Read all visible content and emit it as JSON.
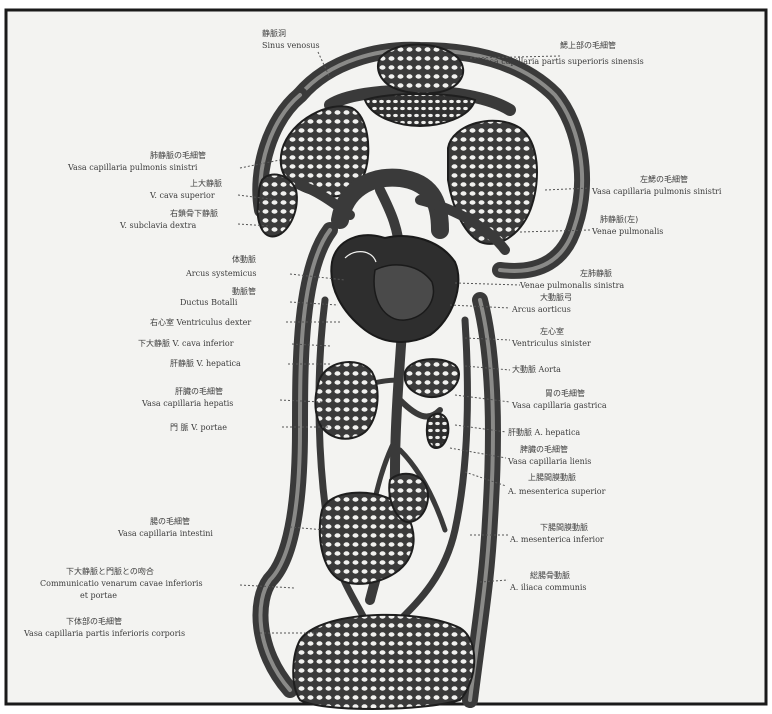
{
  "labels": [
    {
      "id": "sinus-jp",
      "text": "静脈洞"
    },
    {
      "id": "sinus-lat",
      "text": "Sinus venosus"
    },
    {
      "id": "gill-top-jp",
      "text": "鰓上部の毛細管"
    },
    {
      "id": "gill-top-lat",
      "text": "Vasa capillaria partis superioris sinensis"
    },
    {
      "id": "lung-jp",
      "text": "肺静脈の毛細管"
    },
    {
      "id": "lung-lat",
      "text": "Vasa capillaria pulmonis sinistri"
    },
    {
      "id": "vcs-jp",
      "text": "上大静脈"
    },
    {
      "id": "vcs-lat",
      "text": "V. cava superior"
    },
    {
      "id": "vsub-jp",
      "text": "右鎖骨下静脈"
    },
    {
      "id": "vsub-lat",
      "text": "V. subclavia dextra"
    },
    {
      "id": "lgill-jp",
      "text": "左鰓の毛細管"
    },
    {
      "id": "lgill-lat",
      "text": "Vasa capillaria pulmonis sinistri"
    },
    {
      "id": "vpulm-jp",
      "text": "肺静脈(左)"
    },
    {
      "id": "vpulm-lat",
      "text": "Venae pulmonalis"
    },
    {
      "id": "asys-jp",
      "text": "体動脈"
    },
    {
      "id": "asys-lat",
      "text": "Arcus systemicus"
    },
    {
      "id": "ductus-jp",
      "text": "動脈管"
    },
    {
      "id": "ductus-lat",
      "text": "Ductus Botalli"
    },
    {
      "id": "vdex-lat",
      "text": "右心室 Ventriculus dexter"
    },
    {
      "id": "vpulmsin-jp",
      "text": "左肺静脈"
    },
    {
      "id": "vpulmsin-lat",
      "text": "Venae pulmonalis sinistra"
    },
    {
      "id": "acaud-jp",
      "text": "大動脈弓"
    },
    {
      "id": "acaud-lat",
      "text": "Arcus aorticus"
    },
    {
      "id": "vci-lat",
      "text": "下大静脈 V. cava inferior"
    },
    {
      "id": "vsin-jp",
      "text": "左心室"
    },
    {
      "id": "vsin-lat",
      "text": "Ventriculus sinister"
    },
    {
      "id": "vhep-lat",
      "text": "肝静脈 V. hepatica"
    },
    {
      "id": "aorta-lat",
      "text": "大動脈 Aorta"
    },
    {
      "id": "hepcap-jp",
      "text": "肝臓の毛細管"
    },
    {
      "id": "hepcap-lat",
      "text": "Vasa capillaria hepatis"
    },
    {
      "id": "gastcap-jp",
      "text": "胃の毛細管"
    },
    {
      "id": "gastcap-lat",
      "text": "Vasa capillaria gastrica"
    },
    {
      "id": "vporta-lat",
      "text": "門 脈 V. portae"
    },
    {
      "id": "ahep-lat",
      "text": "肝動脈 A. hepatica"
    },
    {
      "id": "liencap-jp",
      "text": "脾臓の毛細管"
    },
    {
      "id": "liencap-lat",
      "text": "Vasa capillaria lienis"
    },
    {
      "id": "amesupr-jp",
      "text": "上腸間膜動脈"
    },
    {
      "id": "amesupr-lat",
      "text": "A. mesenterica superior"
    },
    {
      "id": "intcap-jp",
      "text": "腸の毛細管"
    },
    {
      "id": "intcap-lat",
      "text": "Vasa capillaria intestini"
    },
    {
      "id": "ameinf-jp",
      "text": "下腸間膜動脈"
    },
    {
      "id": "ameinf-lat",
      "text": "A. mesenterica inferior"
    },
    {
      "id": "anast-jp",
      "text": "下大静脈と門脈との吻合"
    },
    {
      "id": "anast-lat1",
      "text": "Communicatio venarum cavae inferioris"
    },
    {
      "id": "anast-lat2",
      "text": "et portae"
    },
    {
      "id": "ailiac-jp",
      "text": "総腸骨動脈"
    },
    {
      "id": "ailiac-lat",
      "text": "A. iliaca communis"
    },
    {
      "id": "lower-jp",
      "text": "下体部の毛細管"
    },
    {
      "id": "lower-lat",
      "text": "Vasa capillaria partis inferioris corporis"
    }
  ]
}
